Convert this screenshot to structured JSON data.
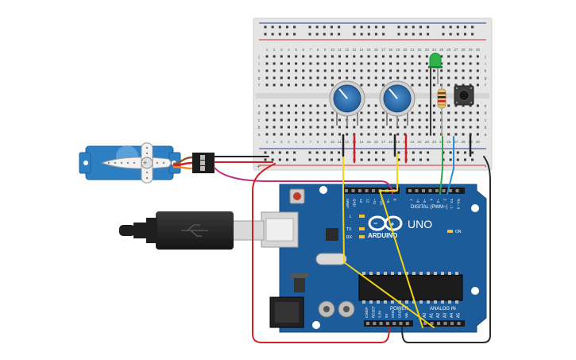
{
  "breadboard": {
    "row_letters_top": [
      "j",
      "i",
      "h",
      "g",
      "f"
    ],
    "row_letters_bottom": [
      "e",
      "d",
      "c",
      "b",
      "a"
    ],
    "column_numbers": [
      "1",
      "2",
      "3",
      "4",
      "5",
      "6",
      "7",
      "8",
      "9",
      "10",
      "11",
      "12",
      "13",
      "14",
      "15",
      "16",
      "17",
      "18",
      "19",
      "20",
      "21",
      "22",
      "23",
      "24",
      "25",
      "26",
      "27",
      "28",
      "29",
      "30"
    ],
    "rail_plus": "+",
    "rail_minus": "-"
  },
  "arduino": {
    "logo_text": "ARDUINO",
    "model": "UNO",
    "digital_header_label": "DIGITAL (PWM~)",
    "digital_pins": [
      "AREF",
      "GND",
      "13",
      "12",
      "~11",
      "~10",
      "~9",
      "8",
      "7",
      "~6",
      "~5",
      "4",
      "~3",
      "2",
      "TX→1",
      "RX←0"
    ],
    "power_header_label": "POWER",
    "power_pins": [
      "IOREF",
      "RESET",
      "3.3V",
      "5V",
      "GND",
      "GND",
      "Vin"
    ],
    "analog_header_label": "ANALOG IN",
    "analog_pins": [
      "A0",
      "A1",
      "A2",
      "A3",
      "A4",
      "A5"
    ],
    "led_labels": [
      "L",
      "TX",
      "RX"
    ],
    "on_label": "ON"
  },
  "colors": {
    "board_blue": "#1d5c9a",
    "breadboard": "#e6e6e6",
    "rail_red": "#d9262c",
    "rail_blue": "#2a3d8f",
    "wire_black": "#222222",
    "wire_red": "#d02027",
    "wire_yellow": "#f5d414",
    "wire_green": "#2ea84a",
    "wire_blue": "#2b8fd6",
    "wire_magenta": "#c0307a",
    "wire_dark": "#3a3a3a",
    "servo_blue": "#2d7fc3",
    "pot_blue": "#2d6fb0",
    "led_green": "#2db34a"
  },
  "components": {
    "servo": "servo-motor",
    "pots": [
      "potentiometer-1",
      "potentiometer-2"
    ],
    "led": "green-led",
    "resistor": "resistor",
    "button": "pushbutton",
    "usb": "usb-cable"
  }
}
